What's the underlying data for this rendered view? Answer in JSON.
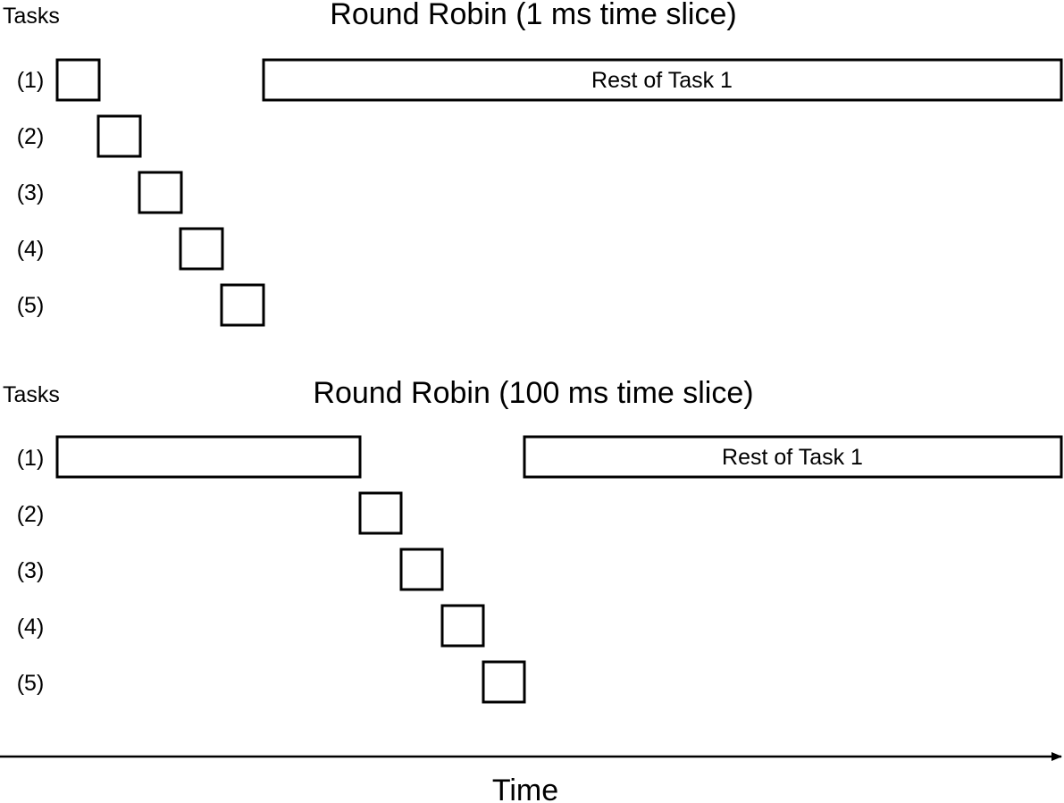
{
  "diagram": {
    "panels": [
      {
        "title": "Round Robin (1 ms time slice)",
        "axis_label": "Tasks",
        "rows": [
          "(1)",
          "(2)",
          "(3)",
          "(4)",
          "(5)"
        ],
        "rest_label": "Rest of Task 1"
      },
      {
        "title": "Round Robin (100 ms time slice)",
        "axis_label": "Tasks",
        "rows": [
          "(1)",
          "(2)",
          "(3)",
          "(4)",
          "(5)"
        ],
        "rest_label": "Rest of Task 1"
      }
    ],
    "time_label": "Time"
  }
}
